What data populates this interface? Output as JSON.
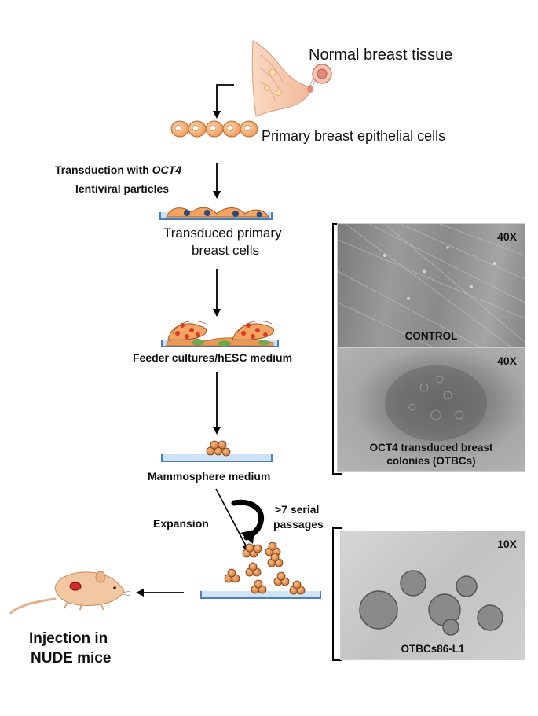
{
  "steps": {
    "normal_tissue": "Normal breast tissue",
    "primary_cells": "Primary  breast epithelial cells",
    "transduction_line1_prefix": "Transduction with ",
    "transduction_line1_gene": "OCT4",
    "transduction_line2": "lentiviral particles",
    "transduced_line1": "Transduced primary",
    "transduced_line2": "breast cells",
    "feeder": "Feeder cultures/hESC medium",
    "mammosphere": "Mammosphere medium",
    "expansion": "Expansion",
    "serial_line1": ">7 serial",
    "serial_line2": "passages",
    "injection_line1": "Injection in",
    "injection_line2": "NUDE mice"
  },
  "panels": {
    "control": {
      "mag": "40X",
      "caption": "CONTROL"
    },
    "otbc": {
      "mag": "40X",
      "caption_line1": "OCT4 transduced breast",
      "caption_line2": "colonies (OTBCs)"
    },
    "otbc86": {
      "mag": "10X",
      "caption": "OTBCs86-L1"
    }
  },
  "colors": {
    "cell_orange": "#f4a462",
    "nucleus_blue": "#2c4a7a",
    "nucleus_red": "#d83a2a",
    "dish_blue": "#4a7fc0",
    "medium_blue": "#cfe3f5",
    "photo_gray": "#8c8c8c"
  }
}
